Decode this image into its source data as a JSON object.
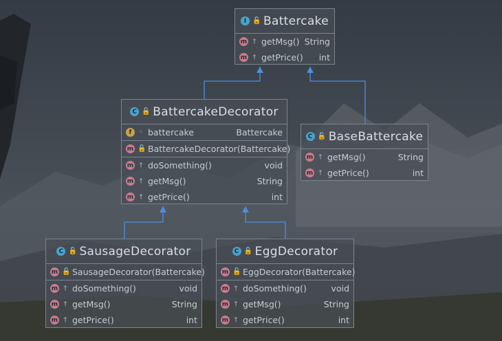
{
  "colors": {
    "border": "#7b8490",
    "arrow": "#4a90e2",
    "method_icon": "#c97b8f",
    "field_icon": "#c9a14f",
    "class_icon": "#4aa3c9"
  },
  "classes": {
    "battercake": {
      "kind": "interface",
      "name": "Battercake",
      "members": [
        [
          {
            "icon": "m",
            "vis": "key",
            "name": "getMsg()",
            "type": "String"
          },
          {
            "icon": "m",
            "vis": "key",
            "name": "getPrice()",
            "type": "int"
          }
        ]
      ]
    },
    "decorator": {
      "kind": "abstract",
      "name": "BattercakeDecorator",
      "members": [
        [
          {
            "icon": "f",
            "vis": "dot",
            "name": "battercake",
            "type": "Battercake"
          }
        ],
        [
          {
            "icon": "m",
            "vis": "lock",
            "name": "BattercakeDecorator(Battercake)",
            "type": ""
          }
        ],
        [
          {
            "icon": "m",
            "vis": "key",
            "name": "doSomething()",
            "type": "void"
          },
          {
            "icon": "m",
            "vis": "key",
            "name": "getMsg()",
            "type": "String"
          },
          {
            "icon": "m",
            "vis": "key",
            "name": "getPrice()",
            "type": "int"
          }
        ]
      ]
    },
    "base": {
      "kind": "class",
      "name": "BaseBattercake",
      "members": [
        [
          {
            "icon": "m",
            "vis": "key",
            "name": "getMsg()",
            "type": "String"
          },
          {
            "icon": "m",
            "vis": "key",
            "name": "getPrice()",
            "type": "int"
          }
        ]
      ]
    },
    "sausage": {
      "kind": "class",
      "name": "SausageDecorator",
      "members": [
        [
          {
            "icon": "m",
            "vis": "lock",
            "name": "SausageDecorator(Battercake)",
            "type": ""
          }
        ],
        [
          {
            "icon": "m",
            "vis": "key",
            "name": "doSomething()",
            "type": "void"
          },
          {
            "icon": "m",
            "vis": "key",
            "name": "getMsg()",
            "type": "String"
          },
          {
            "icon": "m",
            "vis": "key",
            "name": "getPrice()",
            "type": "int"
          }
        ]
      ]
    },
    "egg": {
      "kind": "class",
      "name": "EggDecorator",
      "members": [
        [
          {
            "icon": "m",
            "vis": "lock",
            "name": "EggDecorator(Battercake)",
            "type": ""
          }
        ],
        [
          {
            "icon": "m",
            "vis": "key",
            "name": "doSomething()",
            "type": "void"
          },
          {
            "icon": "m",
            "vis": "key",
            "name": "getMsg()",
            "type": "String"
          },
          {
            "icon": "m",
            "vis": "key",
            "name": "getPrice()",
            "type": "int"
          }
        ]
      ]
    }
  },
  "relations": [
    {
      "from": "decorator",
      "to": "battercake",
      "type": "implements"
    },
    {
      "from": "base",
      "to": "battercake",
      "type": "implements"
    },
    {
      "from": "sausage",
      "to": "decorator",
      "type": "extends"
    },
    {
      "from": "egg",
      "to": "decorator",
      "type": "extends"
    }
  ]
}
